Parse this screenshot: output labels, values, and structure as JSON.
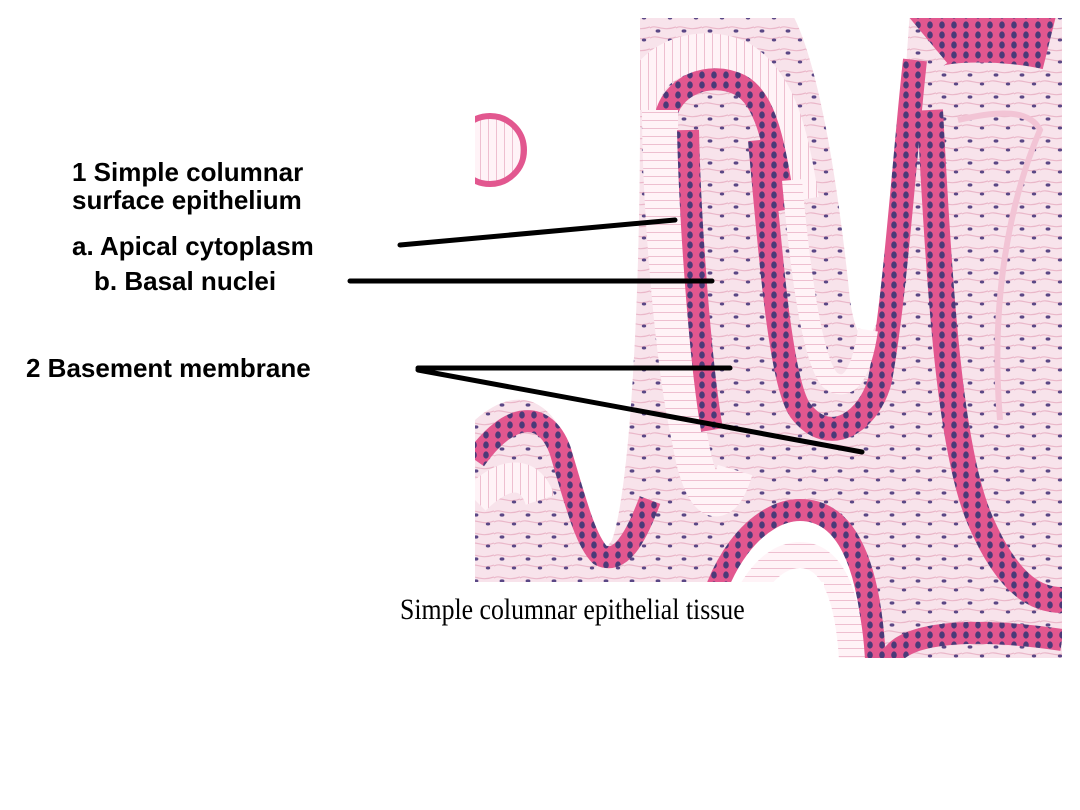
{
  "labels": {
    "epithelium_line1": "1 Simple columnar",
    "epithelium_line2": "surface epithelium",
    "apical": "a. Apical cytoplasm",
    "basal": "b. Basal nuclei",
    "basement": "2 Basement membrane"
  },
  "caption": "Simple columnar epithelial tissue",
  "colors": {
    "stain_pink": "#e2578f",
    "light_pink": "#f5d6e1",
    "nuclei": "#4b3a78",
    "pointer": "#000000"
  }
}
